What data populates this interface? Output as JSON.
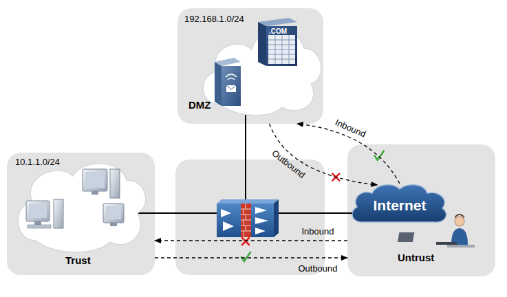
{
  "diagram": {
    "nodes": [
      {
        "text": [
          "192.168.1.0/24",
          "DMZ"
        ]
      },
      {
        "text": [
          "10.1.1.0/24",
          "Trust"
        ]
      },
      {
        "text": [
          "Untrust"
        ]
      },
      {
        "text": [
          "Internet"
        ],
        "in": 2
      }
    ],
    "edges": [
      {
        "from": 3,
        "to": 0,
        "label": "Inbound",
        "arrow": "to"
      },
      {
        "from": 0,
        "to": 3,
        "label": "Outbound",
        "arrow": "to"
      },
      {
        "from": 2,
        "to": 1,
        "label": "Inbound",
        "arrow": "to"
      },
      {
        "from": 1,
        "to": 2,
        "label": "Outbound",
        "arrow": "to"
      }
    ],
    "labels": [
      ".COM"
    ]
  }
}
